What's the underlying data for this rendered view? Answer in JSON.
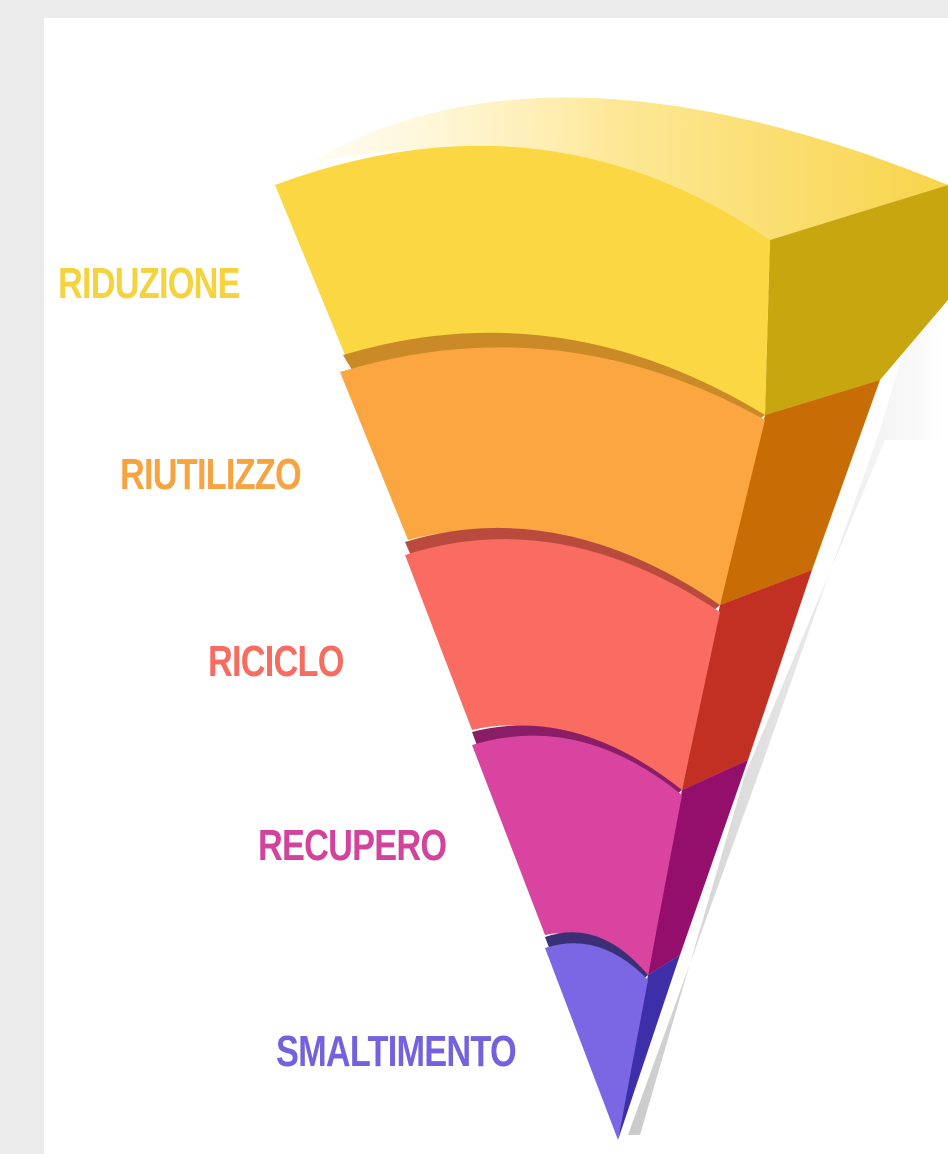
{
  "levels": [
    {
      "label": "RIDUZIONE",
      "color": "#fbd843",
      "text_color": "#f5d33f"
    },
    {
      "label": "RIUTILIZZO",
      "color": "#fba640",
      "text_color": "#f6a340"
    },
    {
      "label": "RICICLO",
      "color": "#fa6c61",
      "text_color": "#f76c60"
    },
    {
      "label": "RECUPERO",
      "color": "#d8449f",
      "text_color": "#d2439c"
    },
    {
      "label": "SMALTIMENTO",
      "color": "#7b66e3",
      "text_color": "#7461de"
    }
  ]
}
